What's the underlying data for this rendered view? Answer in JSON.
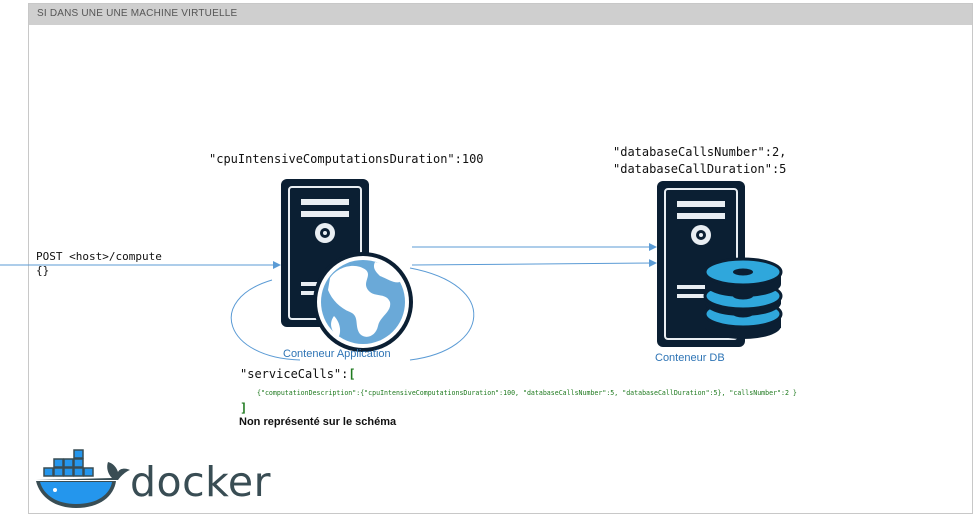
{
  "header": {
    "title": "SI DANS UNE UNE MACHINE VIRTUELLE"
  },
  "application": {
    "label": "Conteneur  Application",
    "param": "\"cpuIntensiveComputationsDuration\":100"
  },
  "database": {
    "label": "Conteneur  DB",
    "param_line1": "\"databaseCallsNumber\":2,",
    "param_line2": "\"databaseCallDuration\":5"
  },
  "request": {
    "line1": "POST <host>/compute",
    "line2": "{}"
  },
  "service_calls": {
    "label": "\"serviceCalls\":",
    "open": "[",
    "item": "{\"computationDescription\":{\"cpuIntensiveComputationsDuration\":100, \"databaseCallsNumber\":5, \"databaseCallDuration\":5}, \"callsNumber\":2 }",
    "close": "]",
    "note": "Non représenté sur le schéma"
  },
  "logo": {
    "wordmark": "docker",
    "icon": "docker-whale-icon"
  },
  "colors": {
    "header_bg": "#cfcfcf",
    "server_dark": "#0b1f33",
    "accent_blue": "#2e74b5",
    "arrow_blue": "#5b9bd5",
    "disk_blue": "#2fa7dc",
    "green_text": "#1f7a1f",
    "docker_blue": "#2496ed",
    "docker_text": "#394d54"
  }
}
